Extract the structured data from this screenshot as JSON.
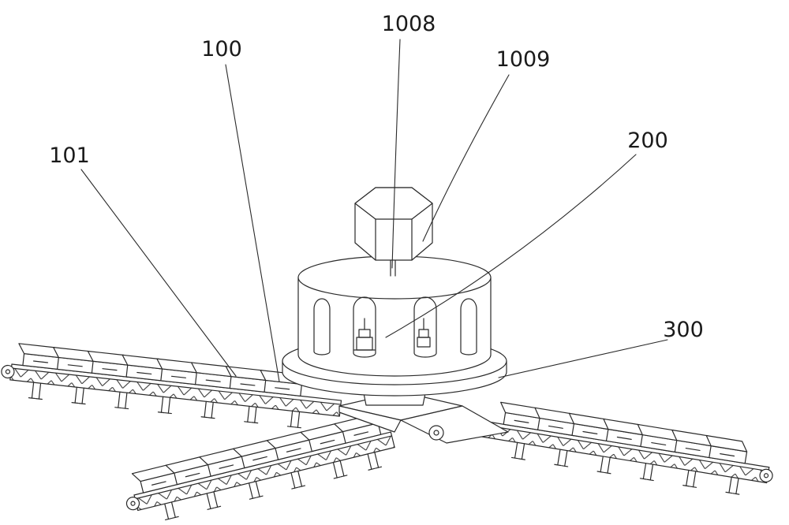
{
  "figure": {
    "type": "patent-line-drawing",
    "description_visible_text_only": true,
    "background_color": "#ffffff",
    "line_color": "#2a2a2a",
    "label_color": "#1a1a1a",
    "labels": [
      {
        "id": "100",
        "text": "100"
      },
      {
        "id": "101",
        "text": "101"
      },
      {
        "id": "200",
        "text": "200"
      },
      {
        "id": "300",
        "text": "300"
      },
      {
        "id": "1008",
        "text": "1008"
      },
      {
        "id": "1009",
        "text": "1009"
      }
    ]
  }
}
